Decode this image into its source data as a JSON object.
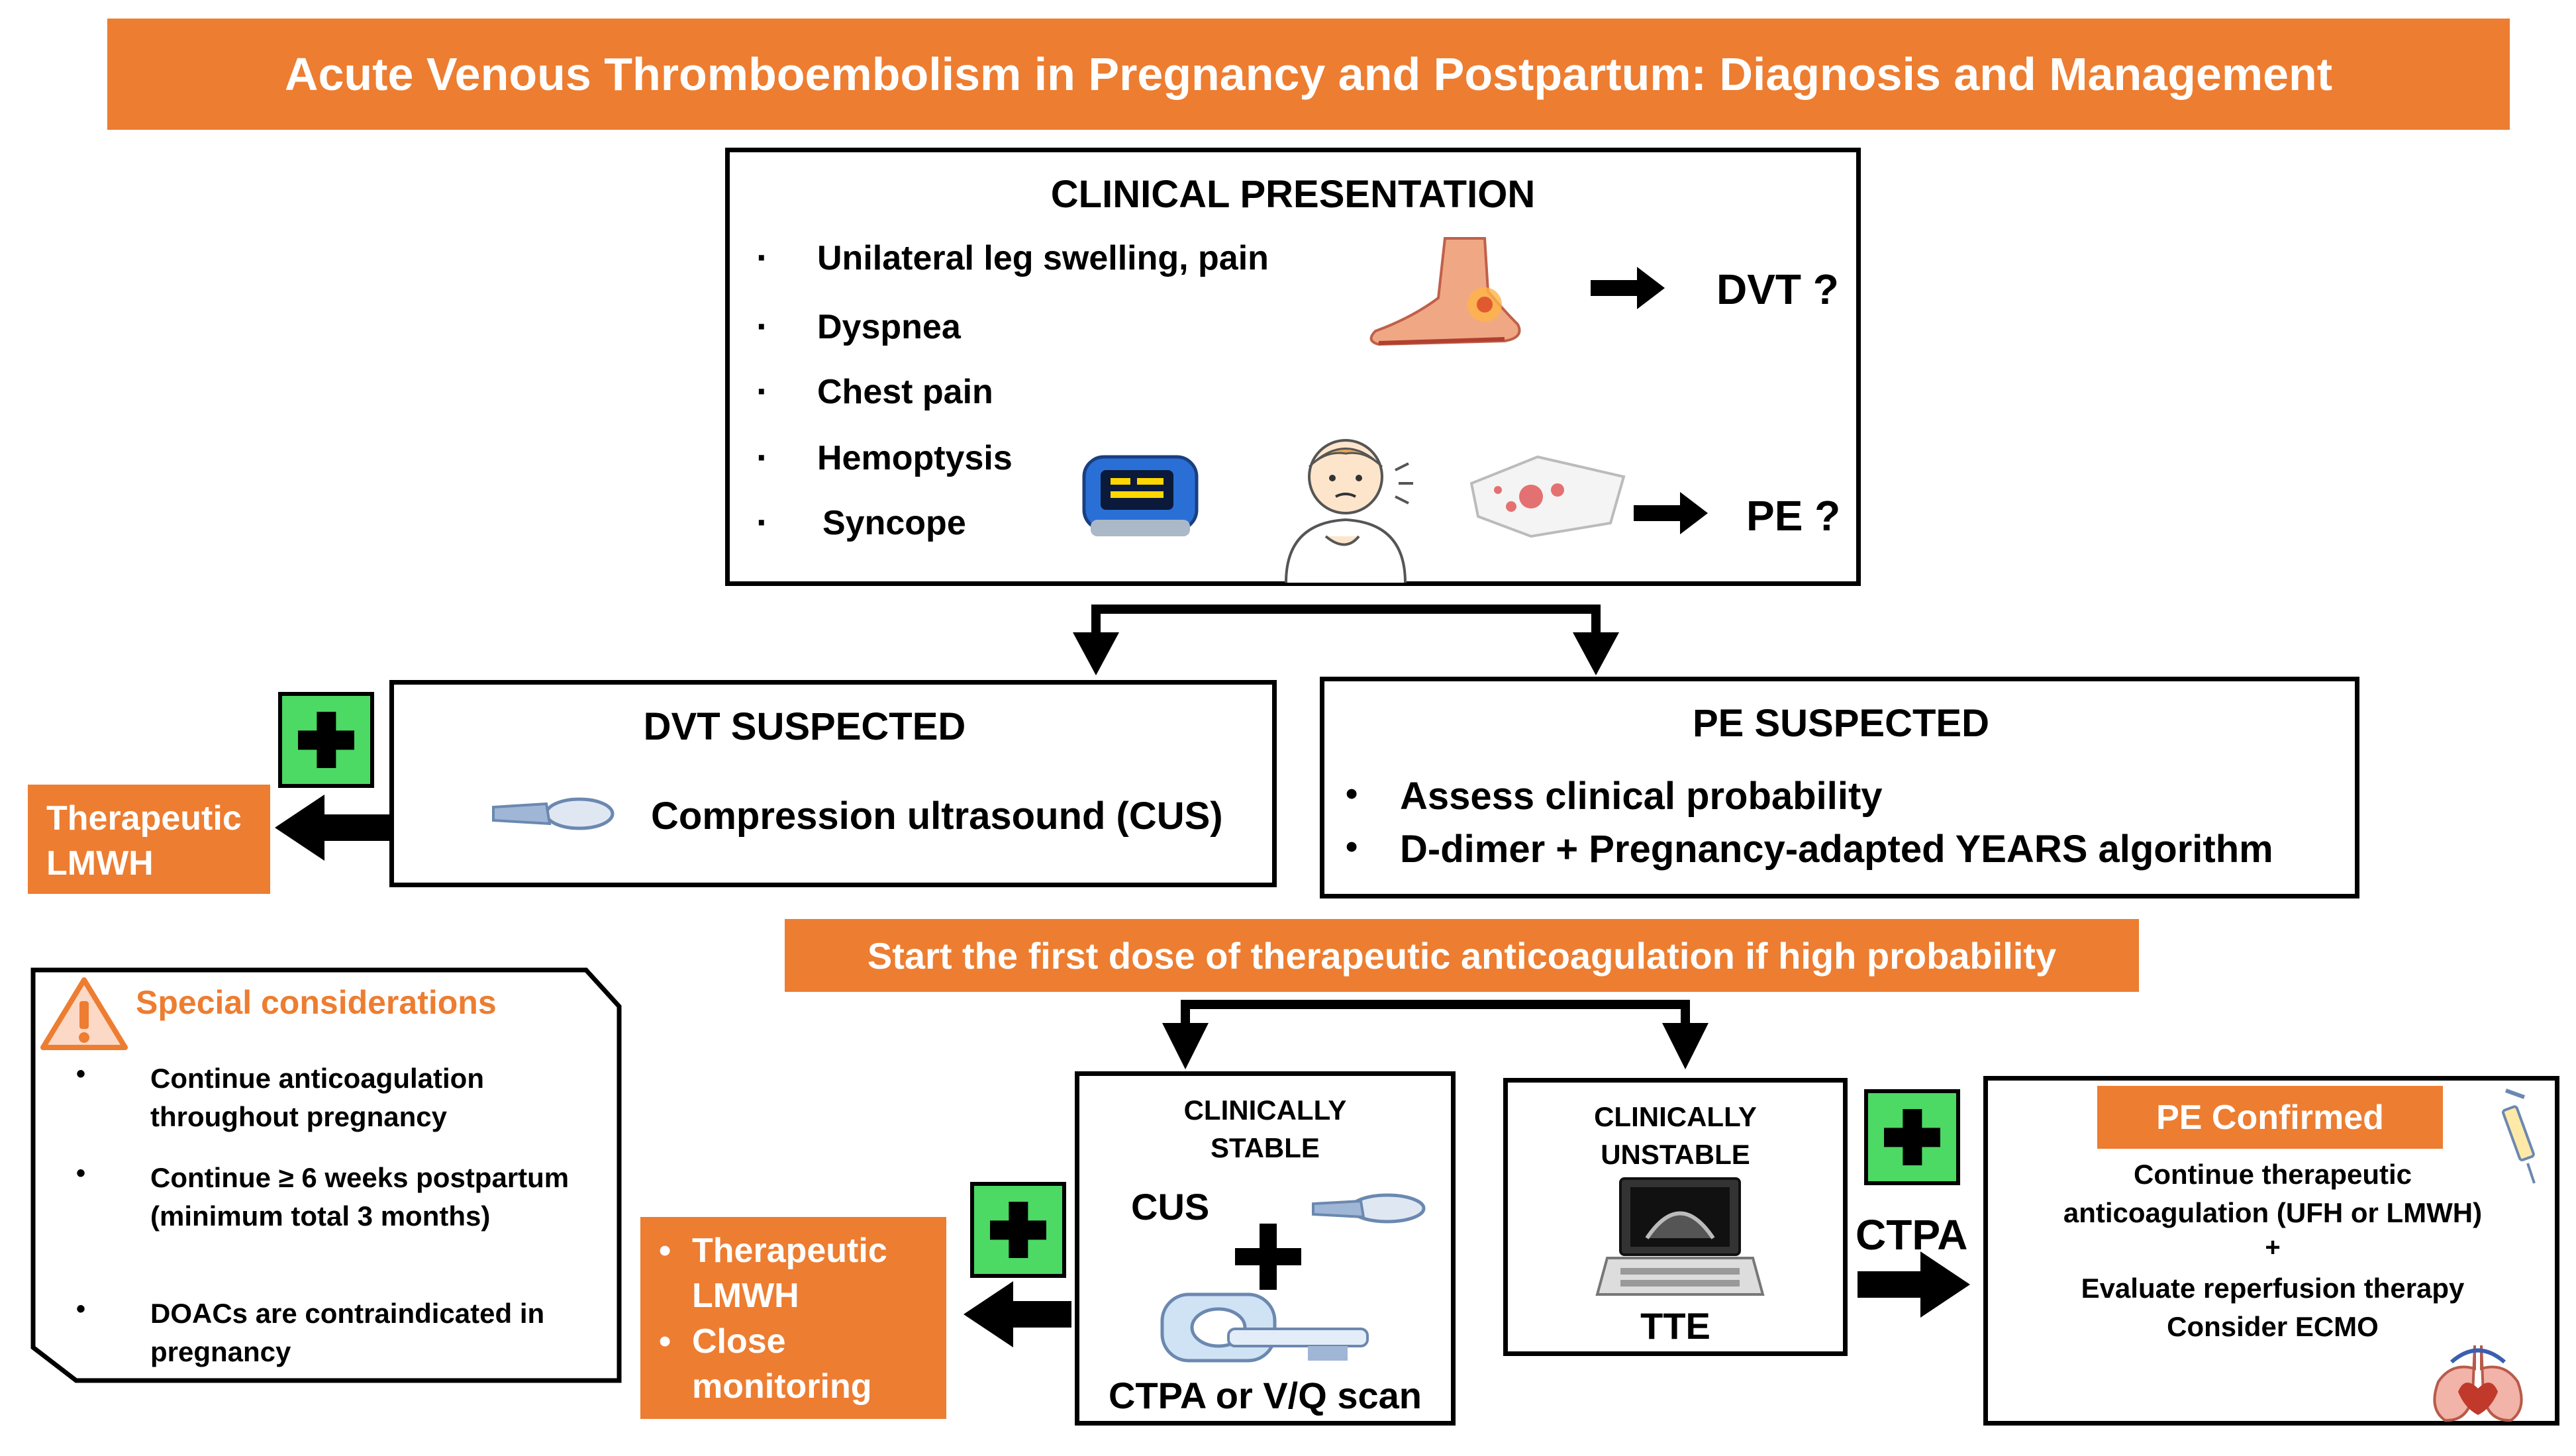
{
  "title": "Acute Venous Thromboembolism in Pregnancy and Postpartum: Diagnosis and Management",
  "clinical_presentation": {
    "heading": "CLINICAL PRESENTATION",
    "symptoms": [
      "Unilateral leg swelling, pain",
      "Dyspnea",
      "Chest pain",
      "Hemoptysis",
      "Syncope"
    ],
    "bullet": "·",
    "dvt_label": "DVT ?",
    "pe_label": "PE ?",
    "icons": [
      "swollen-foot-icon",
      "pulse-oximeter-icon",
      "chest-pain-person-icon",
      "bloody-tissue-icon"
    ]
  },
  "dvt_suspected": {
    "heading": "DVT SUSPECTED",
    "text": "Compression ultrasound (CUS)",
    "icon": "ultrasound-probe-icon"
  },
  "therapeutic_lmwh_left": {
    "line1": "Therapeutic",
    "line2": "LMWH"
  },
  "pe_suspected": {
    "heading": "PE SUSPECTED",
    "bullet": "•",
    "items": [
      "Assess clinical probability",
      "D-dimer + Pregnancy-adapted YEARS algorithm"
    ]
  },
  "start_banner": "Start the first dose of therapeutic anticoagulation if high probability",
  "special_considerations": {
    "heading": "Special considerations",
    "bullet": "•",
    "items": [
      "Continue anticoagulation throughout pregnancy",
      "Continue ≥ 6 weeks postpartum (minimum total 3 months)",
      "DOACs are contraindicated in pregnancy"
    ]
  },
  "therapeutic_monitoring": {
    "bullet": "•",
    "items": [
      "Therapeutic LMWH",
      "Close monitoring"
    ]
  },
  "clinically_stable": {
    "line1": "CLINICALLY",
    "line2": "STABLE",
    "cus": "CUS",
    "plus": "+",
    "scan": "CTPA or V/Q scan"
  },
  "clinically_unstable": {
    "line1": "CLINICALLY",
    "line2": "UNSTABLE",
    "tte": "TTE"
  },
  "ctpa_label": "CTPA",
  "pe_confirmed": {
    "heading": "PE Confirmed",
    "line1": "Continue therapeutic",
    "line2": "anticoagulation (UFH or LMWH)",
    "plus": "+",
    "line3": "Evaluate reperfusion therapy",
    "line4": "Consider ECMO"
  },
  "colors": {
    "accent_orange": "#ed7d31",
    "plus_green": "#4cd964",
    "border": "#000000"
  }
}
